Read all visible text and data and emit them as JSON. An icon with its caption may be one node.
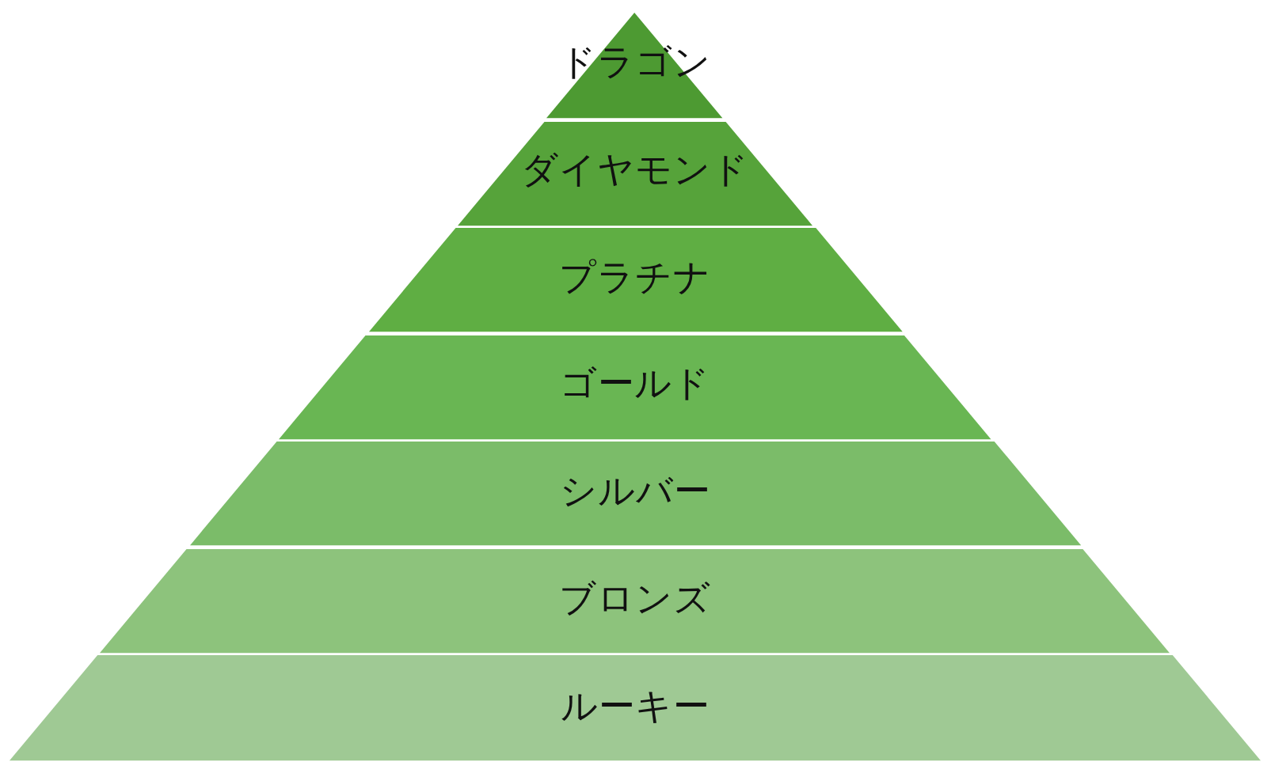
{
  "diagram": {
    "nodes": [
      {
        "text": [
          "ドラゴン"
        ]
      },
      {
        "text": [
          "ダイヤモンド"
        ]
      },
      {
        "text": [
          "プラチナ"
        ]
      },
      {
        "text": [
          "ゴールド"
        ]
      },
      {
        "text": [
          "シルバー"
        ]
      },
      {
        "text": [
          "ブロンズ"
        ]
      },
      {
        "text": [
          "ルーキー"
        ]
      }
    ]
  }
}
